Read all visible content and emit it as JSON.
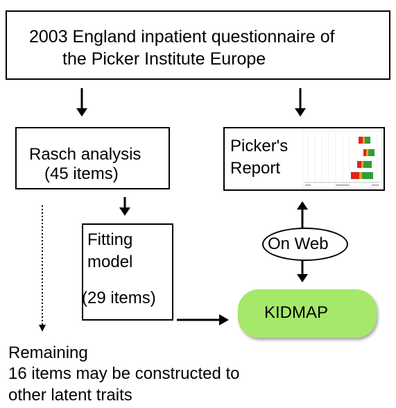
{
  "top_box": {
    "line1": "2003 England inpatient questionnaire of",
    "line2": "the Picker Institute Europe"
  },
  "rasch_box": {
    "line1": "Rasch analysis",
    "line2": "(45 items)"
  },
  "picker_box": {
    "line1": "Picker's",
    "line2": "Report"
  },
  "fitting_box": {
    "line1": "Fitting",
    "line2": "model",
    "line3": "(29 items)"
  },
  "on_web": {
    "label": "On Web"
  },
  "kidmap": {
    "label": "KIDMAP",
    "color": "#a6e86a"
  },
  "remaining": {
    "line1": "Remaining",
    "line2": "16 items may be constructed to",
    "line3": "other latent traits"
  },
  "thumbnail": {
    "colors": {
      "red": "#e02418",
      "orange": "#f0a020",
      "green": "#2e9e3a"
    }
  }
}
